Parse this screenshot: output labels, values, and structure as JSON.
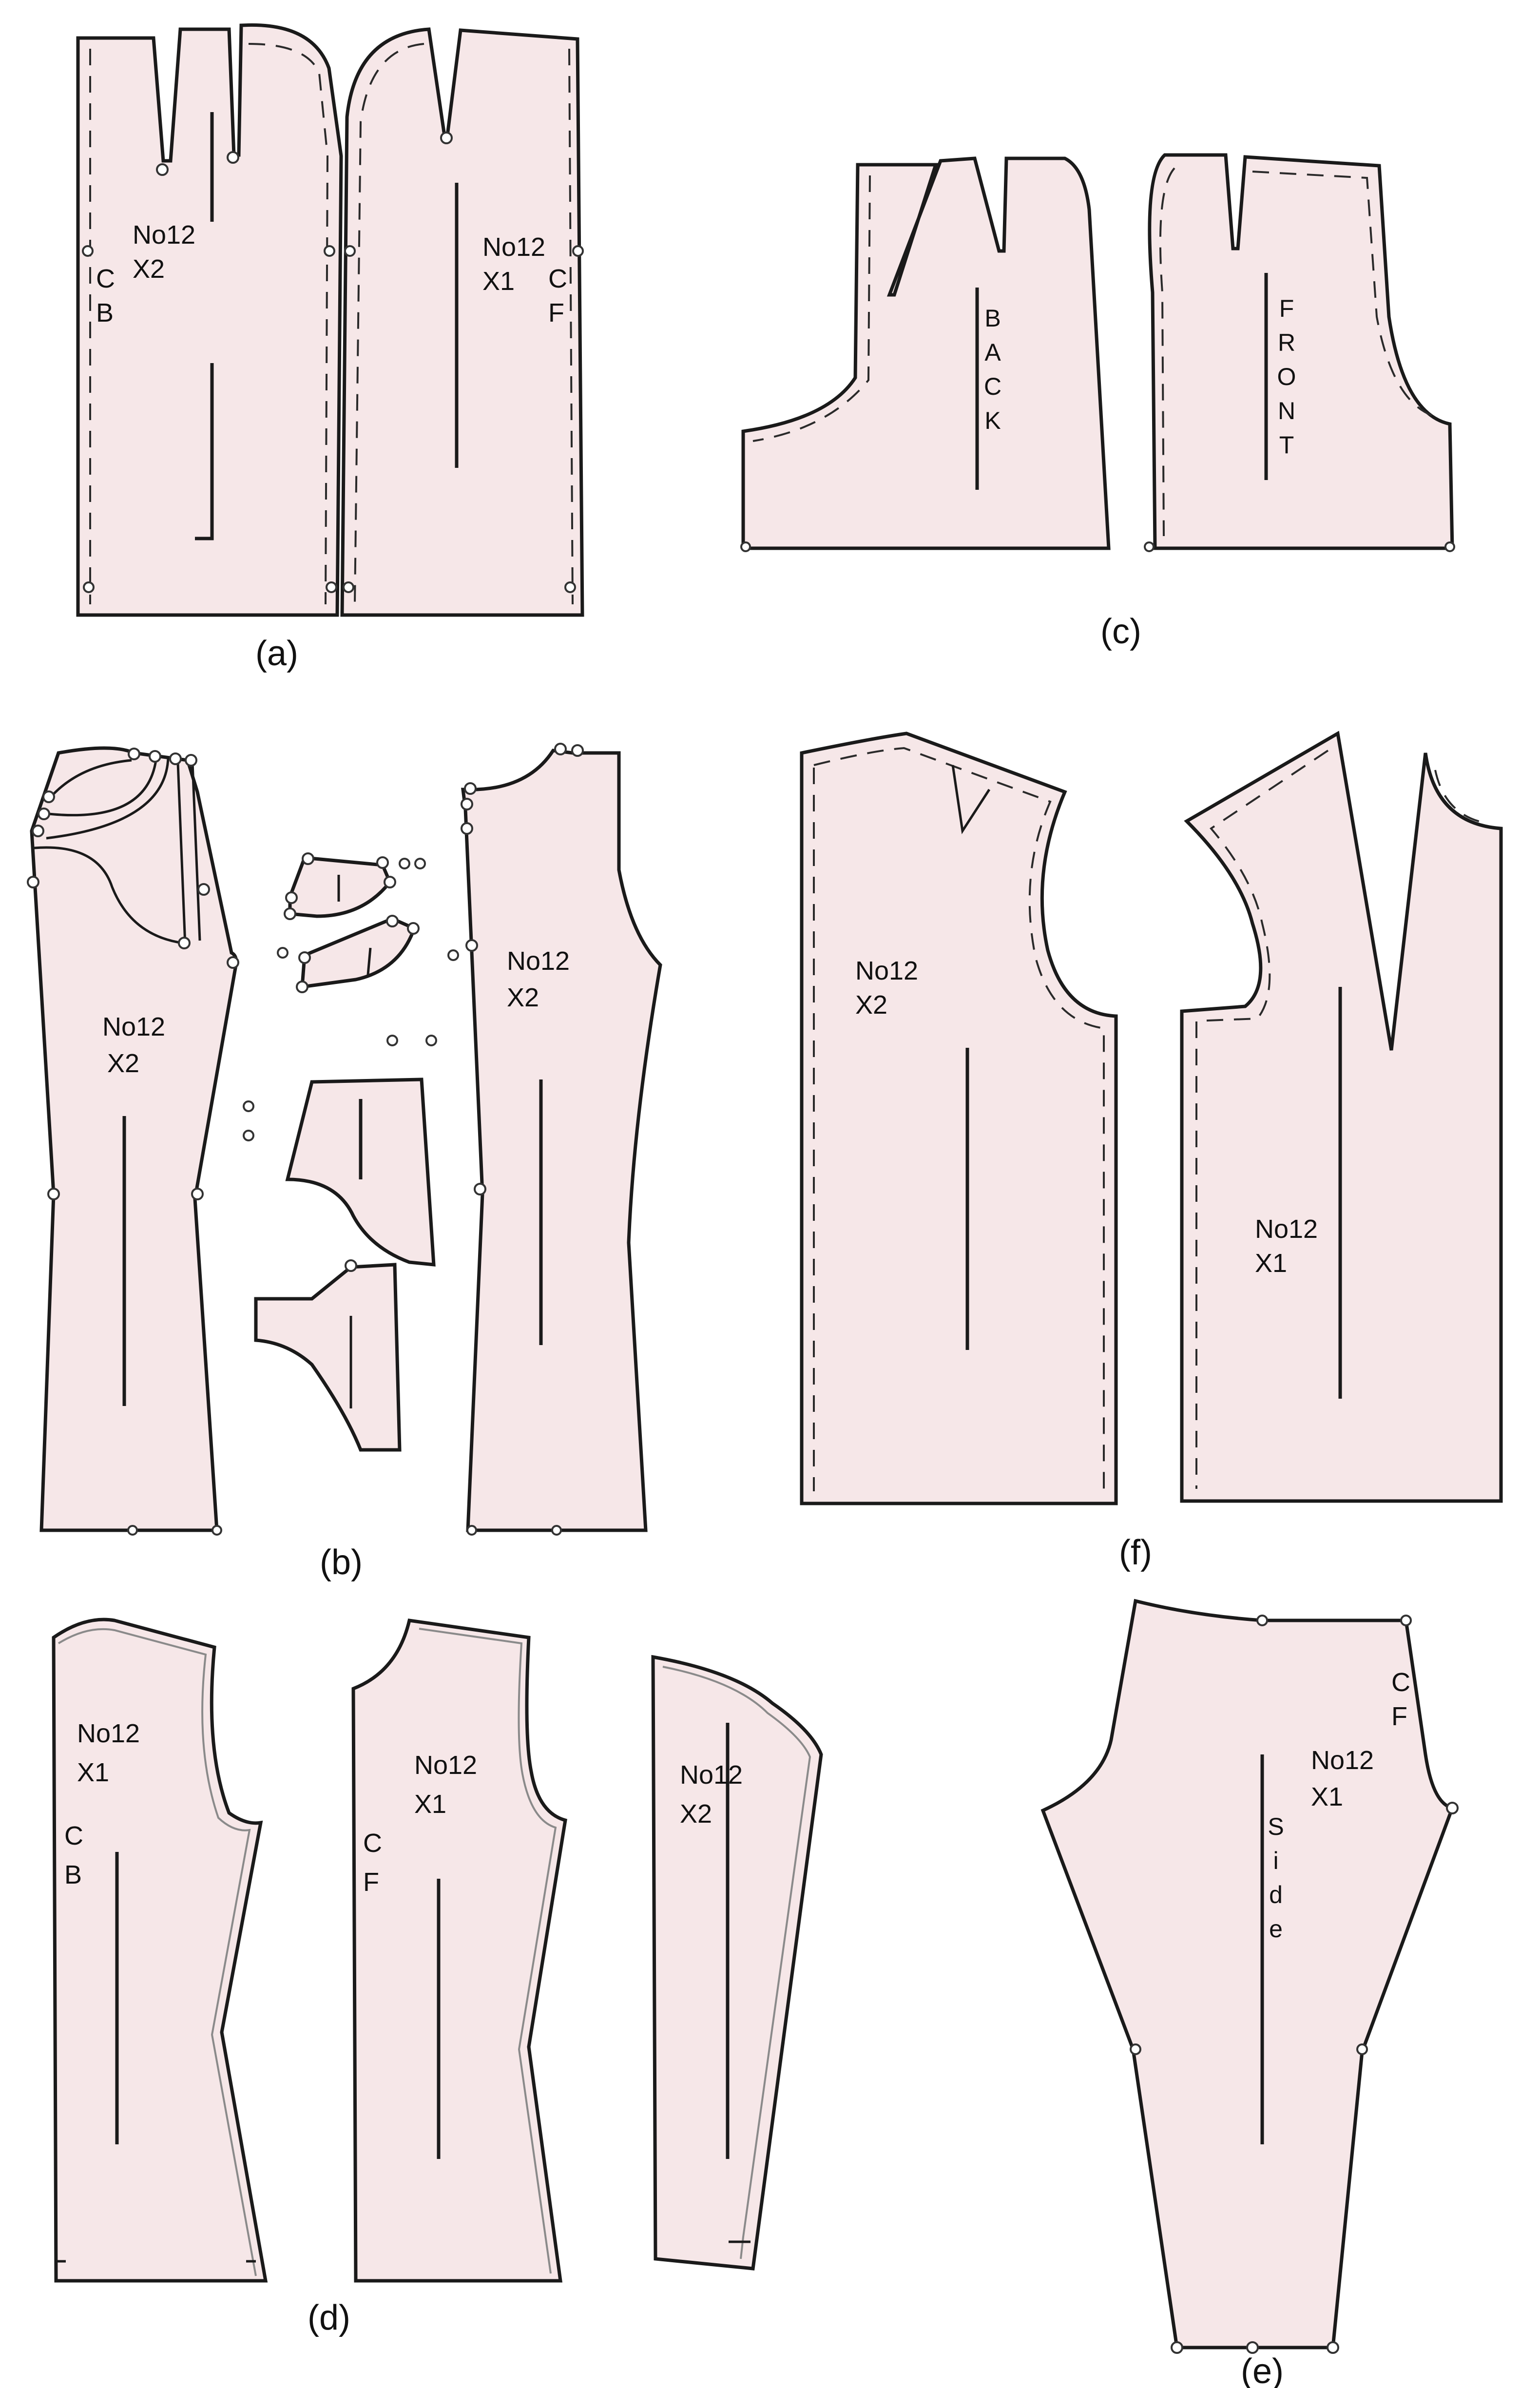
{
  "captions": {
    "a": "(a)",
    "b": "(b)",
    "c": "(c)",
    "d": "(d)",
    "e": "(e)",
    "f": "(f)"
  },
  "labels": {
    "a_back_size": "No12",
    "a_back_code": "X2",
    "a_back_cb_1": "C",
    "a_back_cb_2": "B",
    "a_front_size": "No12",
    "a_front_code": "X1",
    "a_front_cf_1": "C",
    "a_front_cf_2": "F",
    "c_back": [
      "B",
      "A",
      "C",
      "K"
    ],
    "c_front": [
      "F",
      "R",
      "O",
      "N",
      "T"
    ],
    "b_left_size": "No12",
    "b_left_code": "X2",
    "b_right_size": "No12",
    "b_right_code": "X2",
    "f_back_size": "No12",
    "f_back_code": "X2",
    "f_front_size": "No12",
    "f_front_code": "X1",
    "d_back_size": "No12",
    "d_back_code": "X1",
    "d_back_cb_1": "C",
    "d_back_cb_2": "B",
    "d_front_size": "No12",
    "d_front_code": "X1",
    "d_front_cf_1": "C",
    "d_front_cf_2": "F",
    "d_sleeve_size": "No12",
    "d_sleeve_code": "X2",
    "e_size": "No12",
    "e_code": "X1",
    "e_cf_1": "C",
    "e_cf_2": "F",
    "e_side": [
      "S",
      "i",
      "d",
      "e"
    ]
  },
  "colors": {
    "piece_fill": "#f6e7e8",
    "outline": "#1a1a1a"
  }
}
